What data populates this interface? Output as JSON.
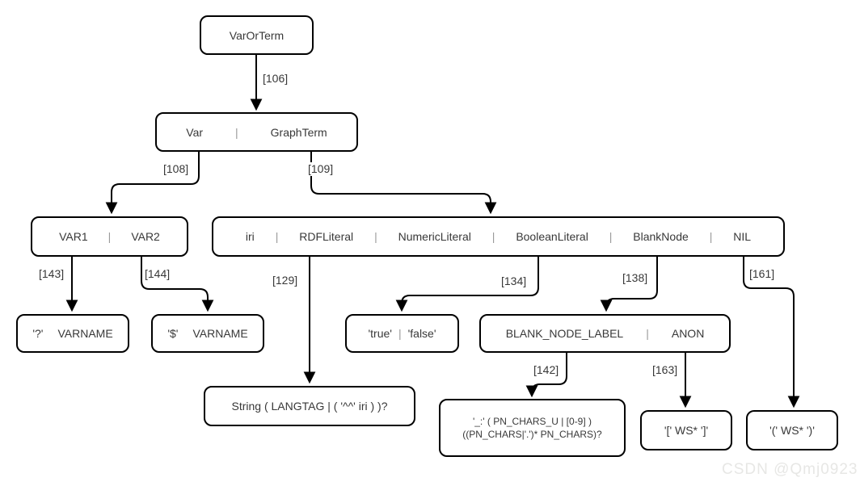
{
  "diagram": {
    "separator": "|",
    "colors": {
      "line": "#000000",
      "text": "#383838",
      "separator": "#9a9a9a",
      "box_fill": "#ffffff",
      "watermark_text": "#e7e7e5"
    },
    "watermark": "CSDN @Qmj0923",
    "nodes": {
      "var_or_term": {
        "label": "VarOrTerm"
      },
      "var_graphterm": {
        "items": [
          "Var",
          "GraphTerm"
        ]
      },
      "var1_var2": {
        "items": [
          "VAR1",
          "VAR2"
        ]
      },
      "graphterm_alts": {
        "items": [
          "iri",
          "RDFLiteral",
          "NumericLiteral",
          "BooleanLiteral",
          "BlankNode",
          "NIL"
        ]
      },
      "qmark_varname": {
        "items": [
          "'?'",
          "VARNAME"
        ]
      },
      "dollar_varname": {
        "items": [
          "'$'",
          "VARNAME"
        ]
      },
      "true_false": {
        "items": [
          "'true'",
          "'false'"
        ]
      },
      "blank_node_label_anon": {
        "items": [
          "BLANK_NODE_LABEL",
          "ANON"
        ]
      },
      "string_langtag": {
        "label": "String ( LANGTAG | ( '^^' iri ) )?"
      },
      "blank_node_label_def": {
        "line1": "'_:' ( PN_CHARS_U | [0-9] )",
        "line2": "((PN_CHARS|'.')* PN_CHARS)?"
      },
      "ws_bracket": {
        "label": "'[' WS* ']'"
      },
      "ws_paren": {
        "label": "'(' WS* ')'"
      }
    },
    "edge_labels": {
      "e106": "[106]",
      "e108": "[108]",
      "e109": "[109]",
      "e129": "[129]",
      "e134": "[134]",
      "e138": "[138]",
      "e142": "[142]",
      "e143": "[143]",
      "e144": "[144]",
      "e161": "[161]",
      "e163": "[163]"
    }
  }
}
